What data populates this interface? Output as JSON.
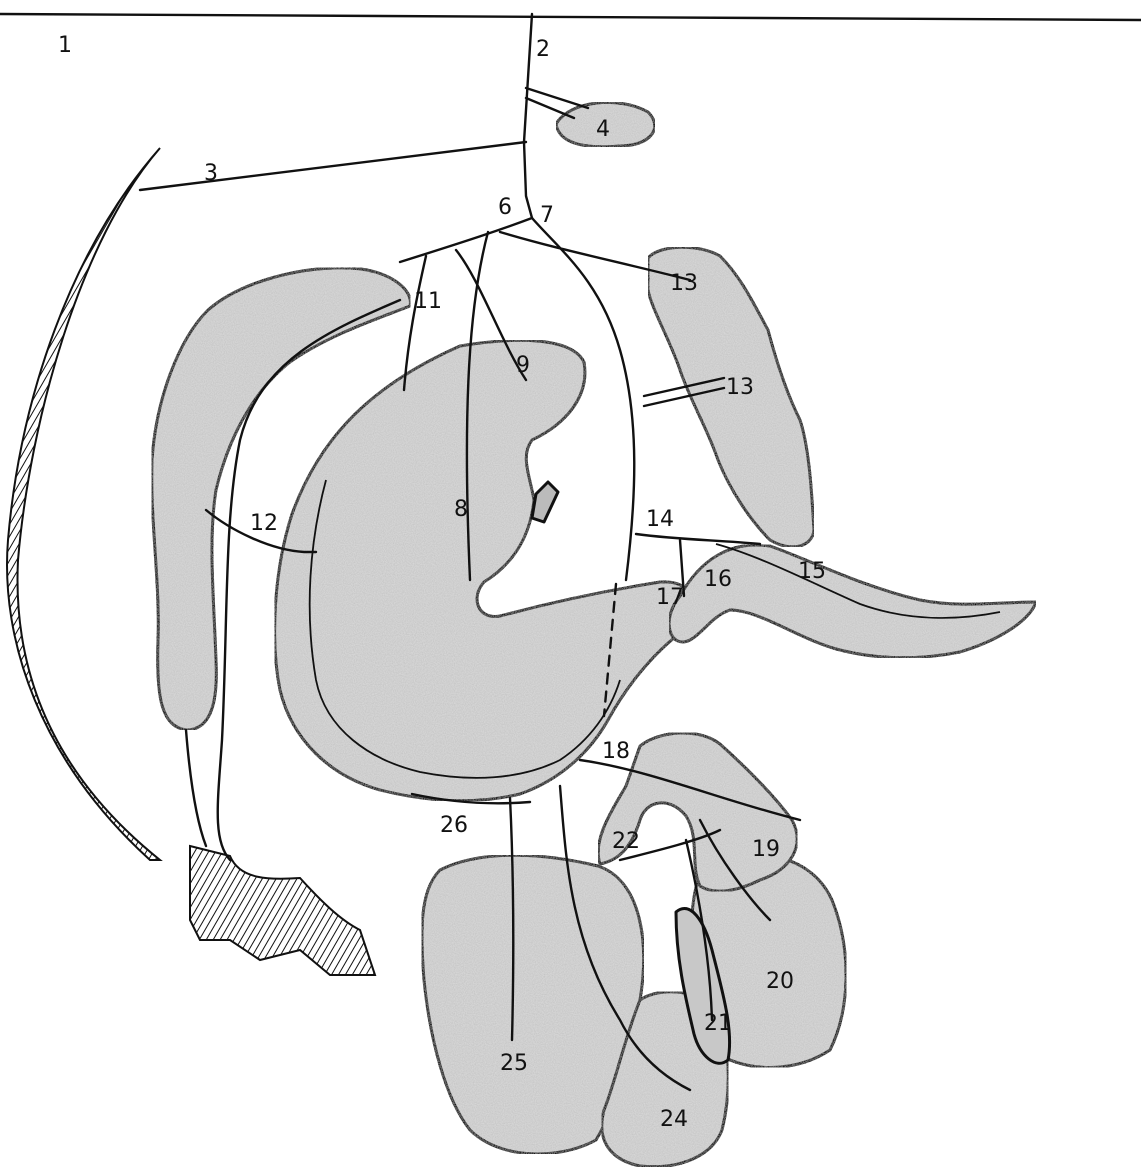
{
  "figure": {
    "labels": [
      "1",
      "2",
      "3",
      "4",
      "6",
      "7",
      "8",
      "9",
      "11",
      "12",
      "13",
      "13",
      "14",
      "15",
      "16",
      "17",
      "18",
      "19",
      "20",
      "21",
      "22",
      "24",
      "25",
      "26"
    ]
  },
  "colors": {
    "ink": "#111111",
    "organ_fill": "#d6d6d6",
    "background": "#ffffff"
  }
}
